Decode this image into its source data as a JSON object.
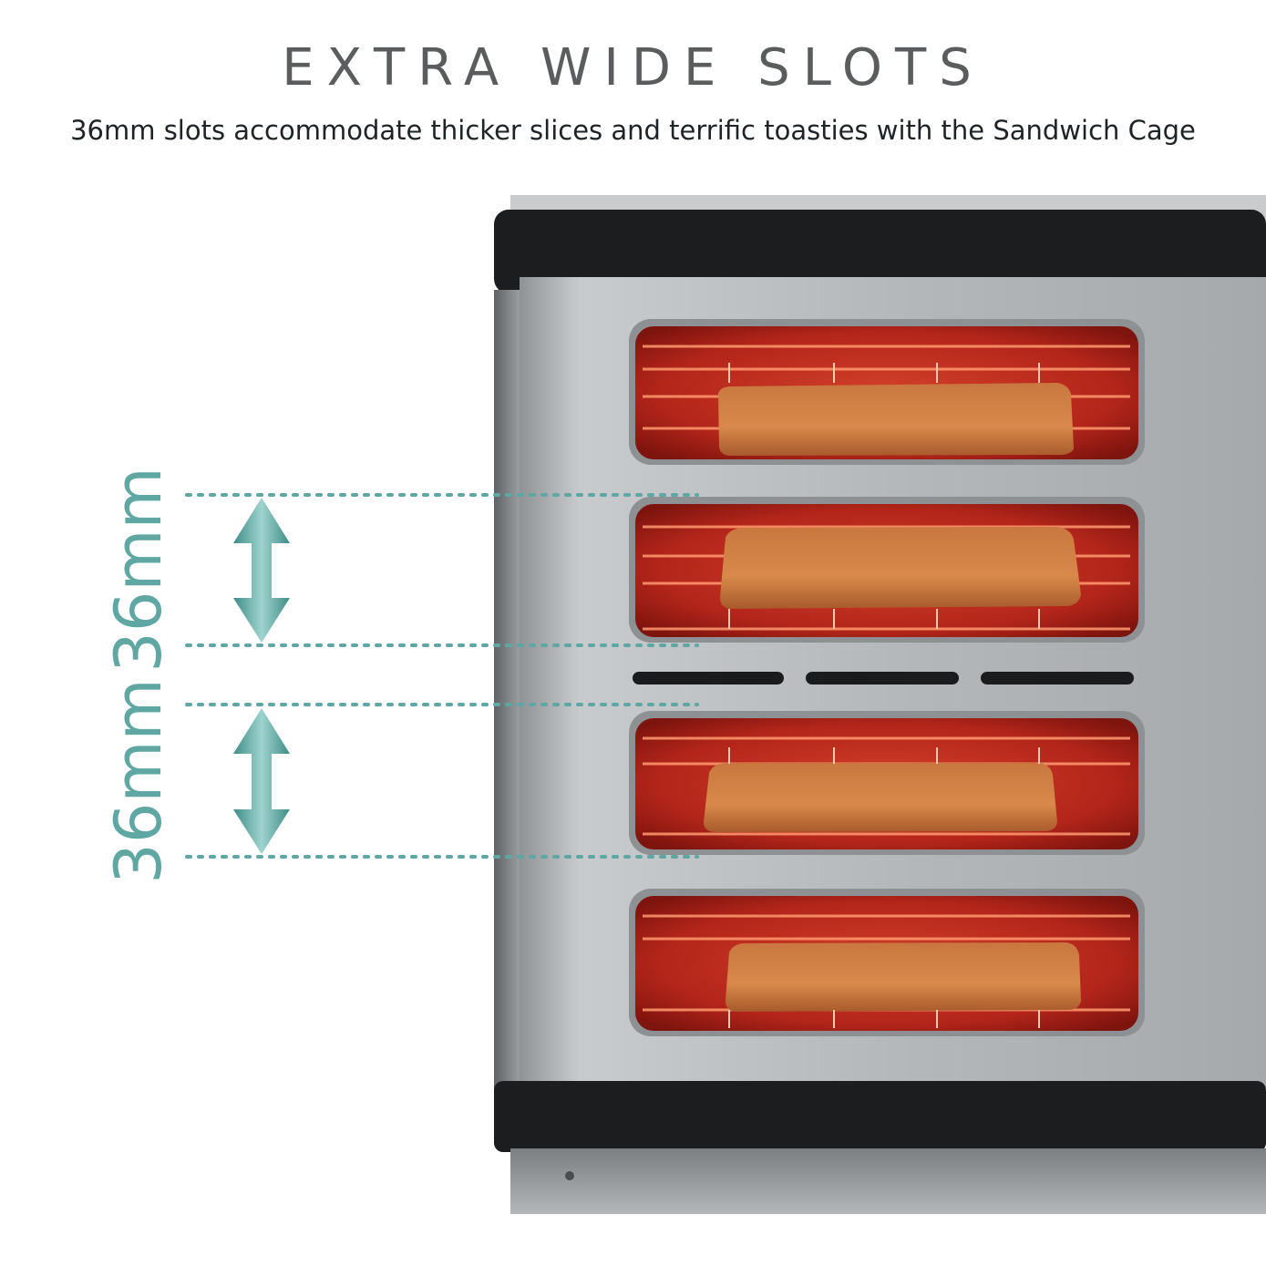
{
  "header": {
    "title": "EXTRA WIDE SLOTS",
    "subtitle": "36mm slots accommodate thicker slices and terrific toasties with the Sandwich Cage"
  },
  "dimensions": [
    {
      "label": "36mm"
    },
    {
      "label": "36mm"
    }
  ],
  "colors": {
    "accent": "#5fa7a2",
    "heater_red": "#c1281a",
    "steel": "#b9bcbf",
    "black_trim": "#1b1d1e"
  },
  "icons": [
    "double-arrow-icon",
    "double-arrow-icon"
  ]
}
